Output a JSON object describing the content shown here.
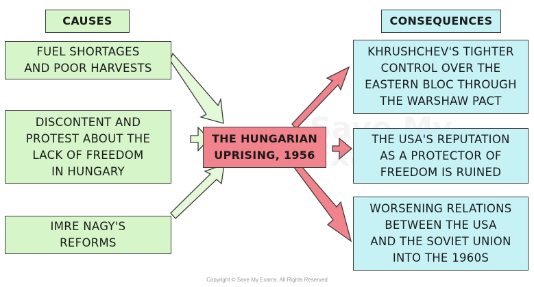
{
  "headers": {
    "causes": "CAUSES",
    "consequences": "CONSEQUENCES"
  },
  "center": {
    "line1": "THE HUNGARIAN",
    "line2": "UPRISING, 1956"
  },
  "causes": [
    {
      "lines": [
        "FUEL SHORTAGES",
        "AND POOR HARVESTS"
      ]
    },
    {
      "lines": [
        "DISCONTENT AND",
        "PROTEST ABOUT THE",
        "LACK OF FREEDOM",
        "IN HUNGARY"
      ]
    },
    {
      "lines": [
        "IMRE NAGY'S",
        "REFORMS"
      ]
    }
  ],
  "consequences": [
    {
      "lines": [
        "KHRUSHCHEV'S TIGHTER",
        "CONTROL OVER THE",
        "EASTERN BLOC THROUGH",
        "THE WARSHAW PACT"
      ]
    },
    {
      "lines": [
        "THE USA'S REPUTATION",
        "AS A PROTECTOR OF",
        "FREEDOM IS RUINED"
      ]
    },
    {
      "lines": [
        "WORSENING RELATIONS",
        "BETWEEN THE USA",
        "AND THE SOVIET UNION",
        "INTO THE 1960s"
      ]
    }
  ],
  "watermark": {
    "line1": "Save My",
    "line2": "Exams"
  },
  "copyright": "Copyright © Save My Exams. All Rights Reserved",
  "colors": {
    "cause_fill": "#d6f5c9",
    "consequence_fill": "#c6f2f6",
    "center_fill": "#f0838b",
    "green_arrow": "#e3f9d8",
    "red_arrow": "#f0838b"
  }
}
